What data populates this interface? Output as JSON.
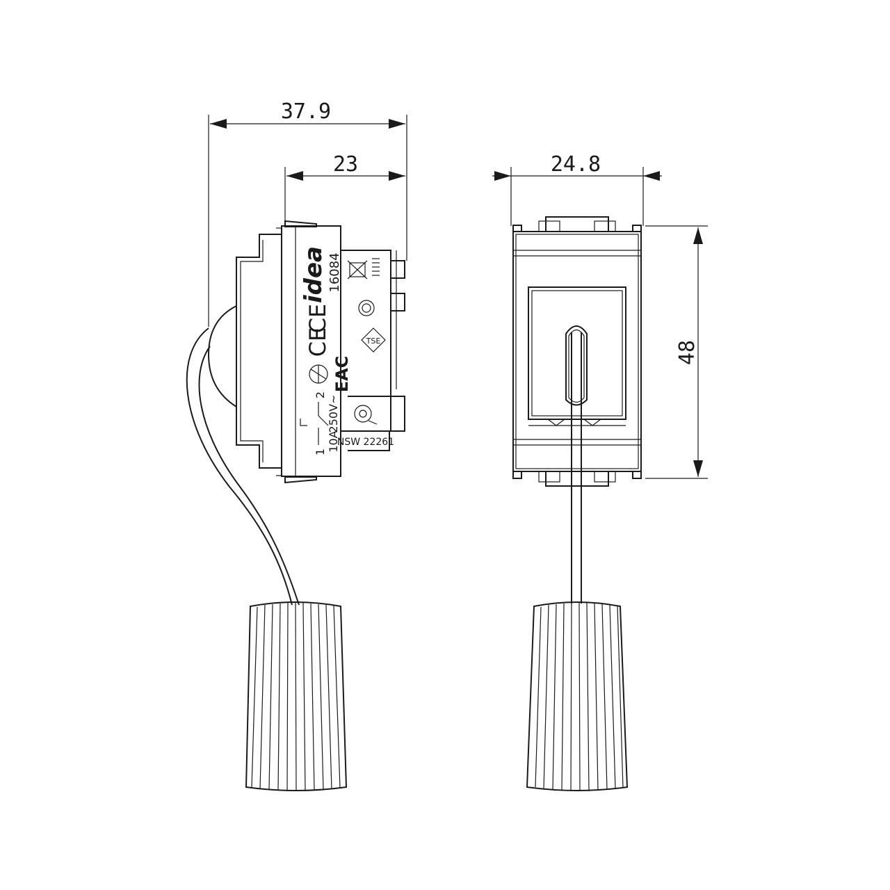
{
  "dimensions": {
    "total_depth": "37.9",
    "body_depth": "23",
    "width": "24.8",
    "height": "48"
  },
  "markings": {
    "brand": "idea",
    "code": "16084",
    "rating_current": "10A",
    "rating_voltage": "250V~",
    "terminal_1": "1",
    "terminal_2": "2",
    "approval": "NSW 22261",
    "ce": "CE",
    "eac": "EAC",
    "tse": "TSE"
  }
}
